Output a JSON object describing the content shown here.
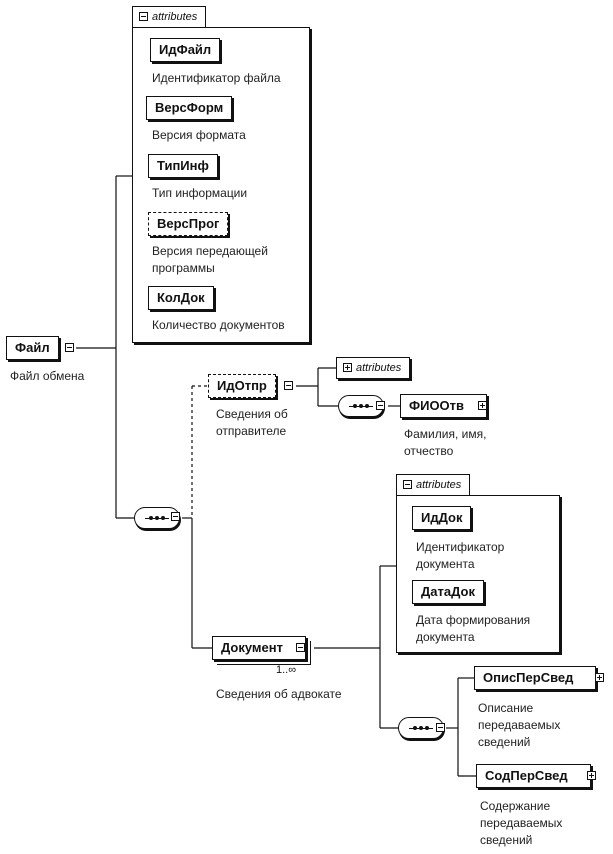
{
  "root": {
    "name": "Файл",
    "desc": "Файл обмена"
  },
  "root_attributes": {
    "tab": "attributes",
    "items": [
      {
        "name": "ИдФайл",
        "desc": [
          "Идентификатор файла"
        ],
        "optional": false
      },
      {
        "name": "ВерсФорм",
        "desc": [
          "Версия формата"
        ],
        "optional": false
      },
      {
        "name": "ТипИнф",
        "desc": [
          "Тип информации"
        ],
        "optional": false
      },
      {
        "name": "ВерсПрог",
        "desc": [
          "Версия передающей",
          "программы"
        ],
        "optional": true
      },
      {
        "name": "КолДок",
        "desc": [
          "Количество документов"
        ],
        "optional": false
      }
    ]
  },
  "sender": {
    "name": "ИдОтпр",
    "desc": [
      "Сведения об",
      "отправителе"
    ],
    "attributes_tab": "attributes",
    "child": {
      "name": "ФИООтв",
      "desc": [
        "Фамилия, имя,",
        "отчество"
      ]
    }
  },
  "document": {
    "name": "Документ",
    "cardinality": "1..∞",
    "desc": "Сведения об адвокате",
    "attributes": {
      "tab": "attributes",
      "items": [
        {
          "name": "ИдДок",
          "desc": [
            "Идентификатор",
            "документа"
          ]
        },
        {
          "name": "ДатаДок",
          "desc": [
            "Дата формирования",
            "документа"
          ]
        }
      ]
    },
    "children": [
      {
        "name": "ОписПерСвед",
        "desc": [
          "Описание",
          "передаваемых",
          "сведений"
        ]
      },
      {
        "name": "СодПерСвед",
        "desc": [
          "Содержание",
          "передаваемых",
          "сведений"
        ]
      }
    ]
  }
}
